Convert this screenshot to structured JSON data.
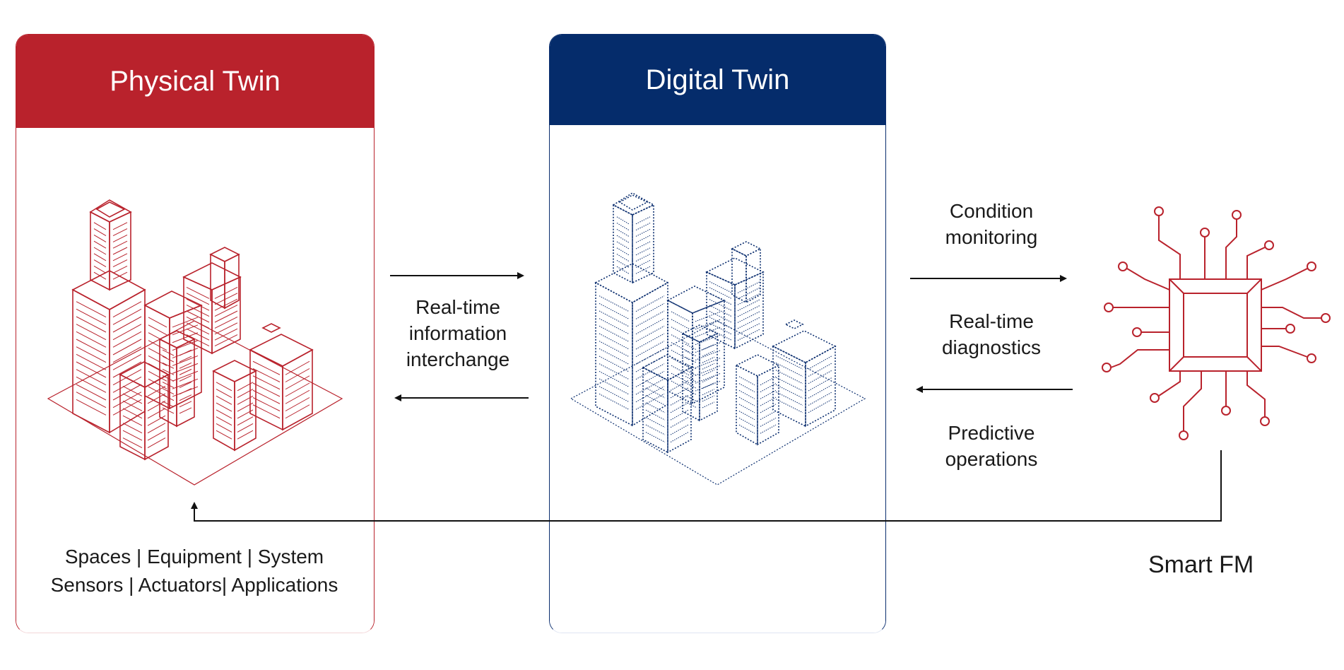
{
  "physical_twin": {
    "title": "Physical Twin",
    "caption_line1": "Spaces | Equipment | System",
    "caption_line2": "Sensors | Actuators| Applications"
  },
  "digital_twin": {
    "title": "Digital Twin"
  },
  "interchange": {
    "line1": "Real-time",
    "line2": "information",
    "line3": "interchange"
  },
  "smart_fm": {
    "label": "Smart FM",
    "condition_line1": "Condition",
    "condition_line2": "monitoring",
    "diagnostics_line1": "Real-time",
    "diagnostics_line2": "diagnostics",
    "predictive_line1": "Predictive",
    "predictive_line2": "operations"
  },
  "colors": {
    "physical_red": "#b9222c",
    "digital_blue": "#052c6b",
    "arrow": "#111111"
  },
  "icons": {
    "physical": "city-buildings-red-icon",
    "digital": "city-buildings-dotted-blue-icon",
    "chip": "circuit-chip-icon"
  }
}
